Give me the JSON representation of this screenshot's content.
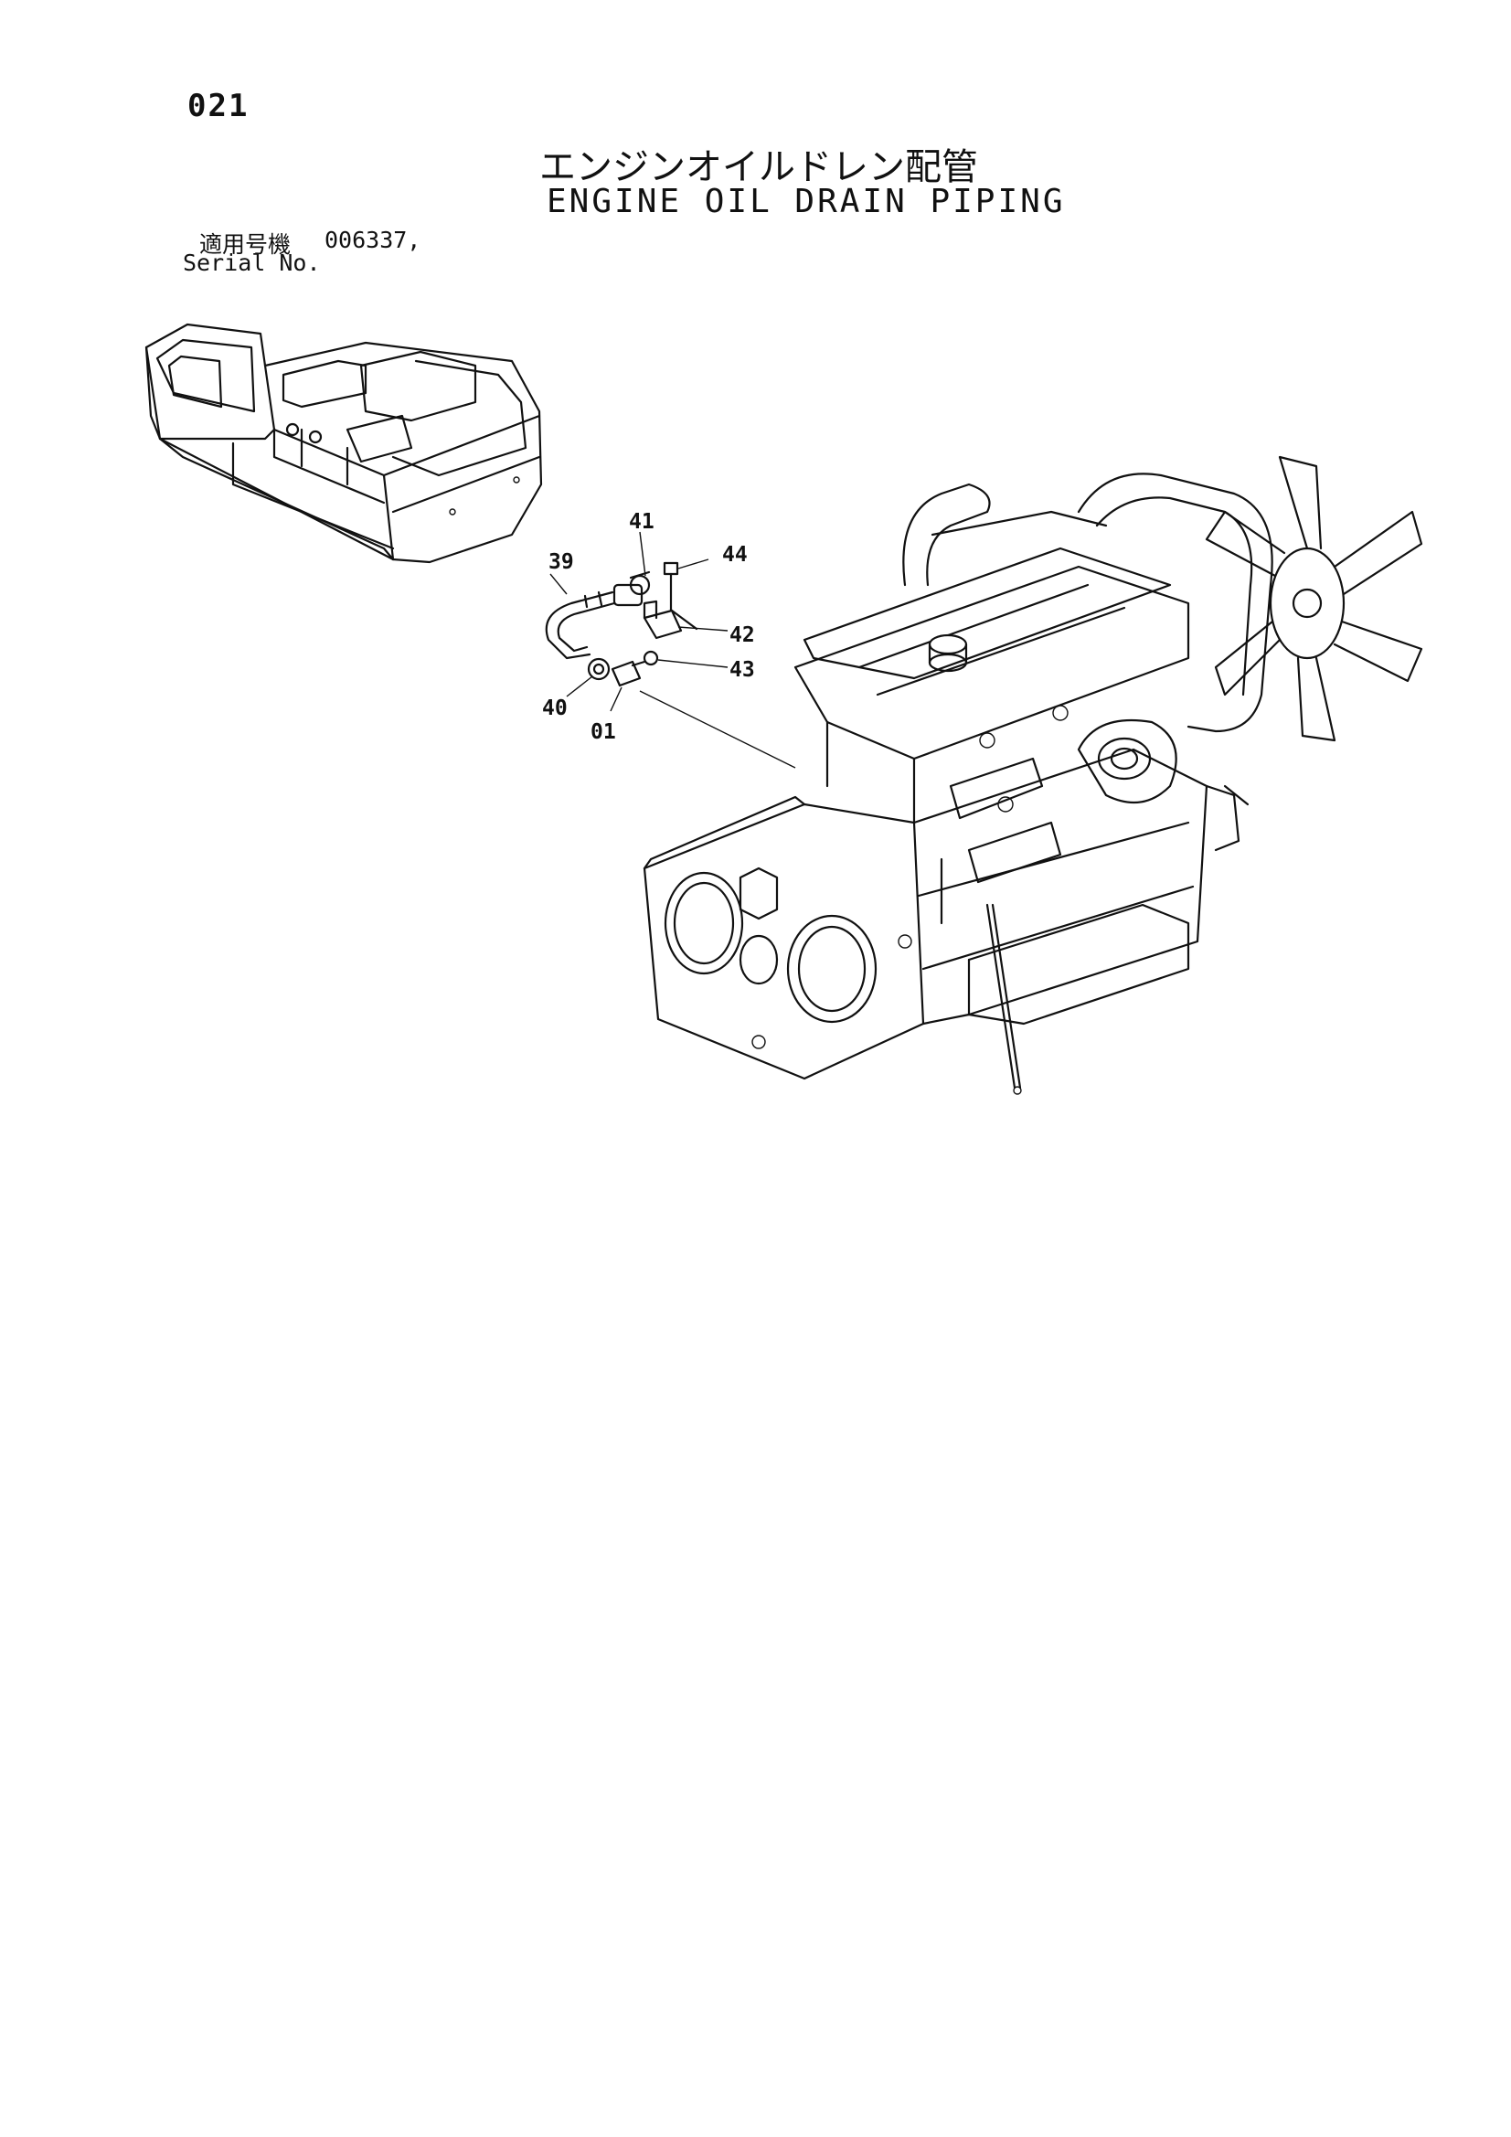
{
  "page_number": "021",
  "title_jp": "エンジンオイルドレン配管",
  "title_en": "ENGINE OIL DRAIN PIPING",
  "serial": {
    "label_jp": "適用号機",
    "number": "006337,",
    "label_en": "Serial No."
  },
  "callouts": [
    "39",
    "41",
    "44",
    "42",
    "43",
    "40",
    "01"
  ]
}
